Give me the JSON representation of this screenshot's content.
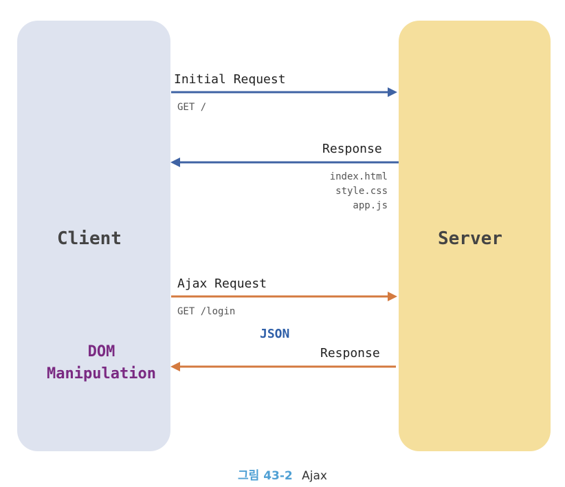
{
  "nodes": {
    "client": "Client",
    "server": "Server",
    "dom_line1": "DOM",
    "dom_line2": "Manipulation"
  },
  "messages": [
    {
      "label": "Initial Request",
      "detail": [
        "GET /"
      ],
      "direction": "client-to-server",
      "color": "#3f63a4"
    },
    {
      "label": "Response",
      "detail": [
        "index.html",
        "style.css",
        "app.js"
      ],
      "direction": "server-to-client",
      "color": "#3f63a4"
    },
    {
      "label": "Ajax Request",
      "detail": [
        "GET /login"
      ],
      "direction": "client-to-server",
      "color": "#d47a3f"
    },
    {
      "label": "Response",
      "detail": [],
      "direction": "server-to-client",
      "color": "#d47a3f"
    }
  ],
  "payload_label": "JSON",
  "colors": {
    "client_panel": "#dee3ef",
    "server_panel": "#f5df9c",
    "dom_text": "#7a2a82",
    "json_text": "#2f5fa8",
    "caption_prefix": "#4fa0d4"
  },
  "caption": {
    "prefix": "그림 43-2",
    "title": "Ajax"
  }
}
